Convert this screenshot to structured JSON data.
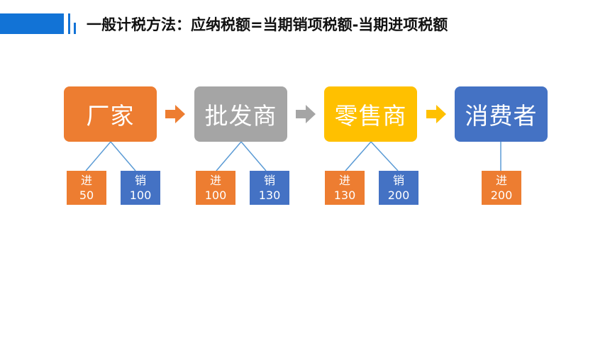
{
  "title": "一般计税方法：应纳税额=当期销项税额-当期进项税额",
  "colors": {
    "accent": "#1273d6",
    "orange": "#ed7d31",
    "gray": "#a5a5a5",
    "gold": "#ffc000",
    "blue": "#4472c4",
    "connector": "#5b9bd5"
  },
  "nodes": [
    {
      "label": "厂家"
    },
    {
      "label": "批发商"
    },
    {
      "label": "零售商"
    },
    {
      "label": "消费者"
    }
  ],
  "boxes": {
    "manufacturer_in": {
      "label": "进",
      "value": "50"
    },
    "manufacturer_out": {
      "label": "销",
      "value": "100"
    },
    "wholesaler_in": {
      "label": "进",
      "value": "100"
    },
    "wholesaler_out": {
      "label": "销",
      "value": "130"
    },
    "retailer_in": {
      "label": "进",
      "value": "130"
    },
    "retailer_out": {
      "label": "销",
      "value": "200"
    },
    "consumer_in": {
      "label": "进",
      "value": "200"
    }
  }
}
